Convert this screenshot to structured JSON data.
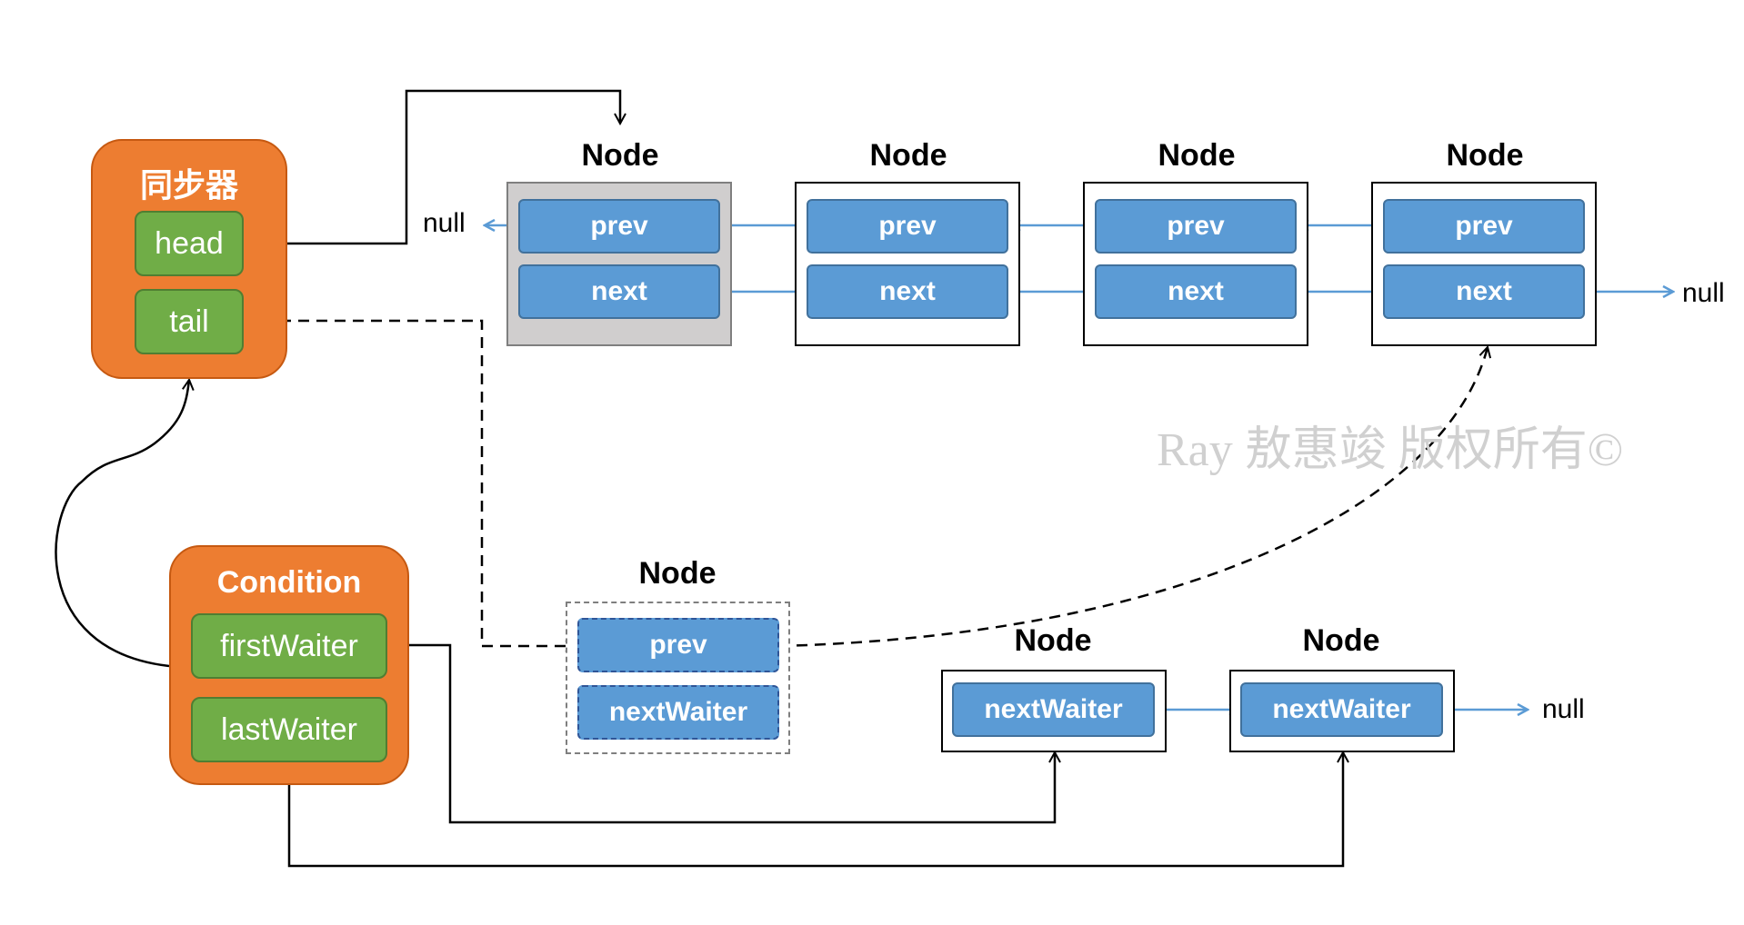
{
  "synchronizer": {
    "title": "同步器",
    "head": "head",
    "tail": "tail"
  },
  "condition": {
    "title": "Condition",
    "first": "firstWaiter",
    "last": "lastWaiter"
  },
  "sync_queue": {
    "nodes": [
      {
        "title": "Node",
        "prev": "prev",
        "next": "next"
      },
      {
        "title": "Node",
        "prev": "prev",
        "next": "next"
      },
      {
        "title": "Node",
        "prev": "prev",
        "next": "next"
      },
      {
        "title": "Node",
        "prev": "prev",
        "next": "next"
      }
    ],
    "null_left": "null",
    "null_right": "null"
  },
  "moved_node": {
    "title": "Node",
    "prev": "prev",
    "next_waiter": "nextWaiter"
  },
  "condition_queue": {
    "nodes": [
      {
        "title": "Node",
        "next_waiter": "nextWaiter"
      },
      {
        "title": "Node",
        "next_waiter": "nextWaiter"
      }
    ],
    "null_right": "null"
  },
  "watermark": "Ray 敖惠竣 版权所有©",
  "colors": {
    "container": "#ED7D31",
    "field": "#70AD47",
    "node_field": "#5B9BD5",
    "arrow_blue": "#5B9BD5",
    "head_node_bg": "#D0CECE"
  }
}
